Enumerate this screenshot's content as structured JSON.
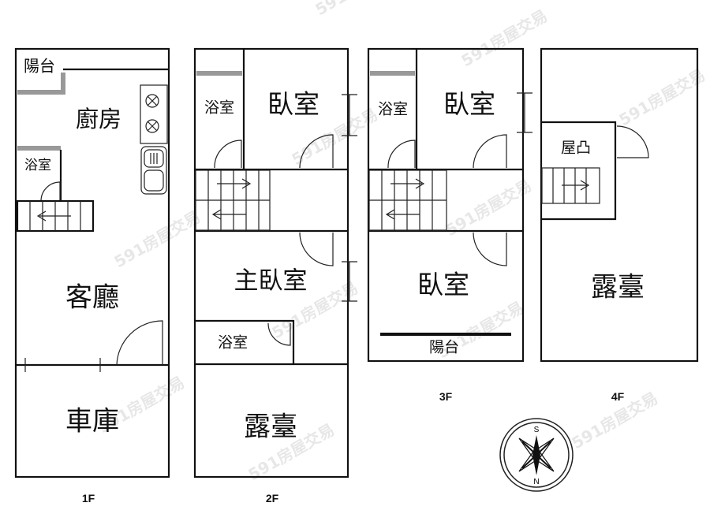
{
  "floors": [
    {
      "label": "1F",
      "rooms": {
        "balcony": "陽台",
        "kitchen": "廚房",
        "bath": "浴室",
        "living": "客廳",
        "garage": "車庫"
      }
    },
    {
      "label": "2F",
      "rooms": {
        "bath": "浴室",
        "bedroom": "臥室",
        "master": "主臥室",
        "bath2": "浴室",
        "terrace": "露臺"
      }
    },
    {
      "label": "3F",
      "rooms": {
        "bath": "浴室",
        "bedroom": "臥室",
        "bedroom2": "臥室",
        "balcony": "陽台"
      }
    },
    {
      "label": "4F",
      "rooms": {
        "roof": "屋凸",
        "terrace": "露臺"
      }
    }
  ],
  "compass": {
    "top": "S",
    "bottom": "N"
  },
  "watermark": "591房屋交易"
}
